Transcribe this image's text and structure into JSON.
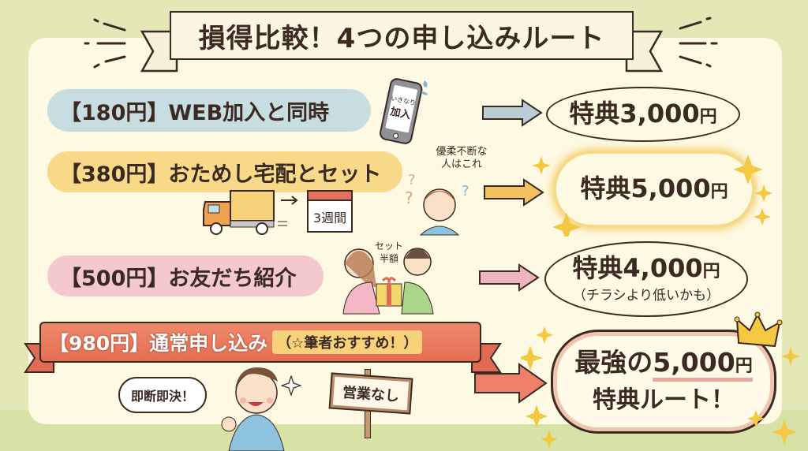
{
  "title": "損得比較！4つの申し込みルート",
  "routes": [
    {
      "price_label": "【180円】WEB加入と同時",
      "color": "#c8dde0",
      "illustration": {
        "name": "smartphone",
        "screen_text_1": "いきなり",
        "screen_text_2": "加入"
      },
      "arrow_color": "#b9cdd6",
      "bonus_prefix": "特典",
      "bonus_amount": "3,000",
      "bonus_unit": "円"
    },
    {
      "price_label": "【380円】おためし宅配とセット",
      "color": "#f8d98a",
      "illustration": {
        "name": "truck-to-calendar",
        "calendar_text": "3週間"
      },
      "side_note": {
        "line1": "優柔不断な",
        "line2": "人はこれ"
      },
      "arrow_color": "#f2c05c",
      "bonus_prefix": "特典",
      "bonus_amount": "5,000",
      "bonus_unit": "円"
    },
    {
      "price_label": "【500円】お友だち紹介",
      "color": "#f3c9cd",
      "illustration": {
        "name": "friends-gift",
        "caption_1": "セット",
        "caption_2": "半額"
      },
      "arrow_color": "#eeb4bd",
      "bonus_prefix": "特典",
      "bonus_amount": "4,000",
      "bonus_unit": "円",
      "bonus_note": "（チラシより低いかも）"
    },
    {
      "price_label": "【980円】通常申し込み",
      "recommend_label": "（☆筆者おすすめ！）",
      "color": "#e8735a",
      "thought_bubble": "即断即決！",
      "sign_text": "営業なし",
      "arrow_color": "#ee7f6a",
      "bonus_line1_prefix": "最強の",
      "bonus_amount": "5,000",
      "bonus_unit": "円",
      "bonus_line2": "特典ルート！"
    }
  ],
  "colors": {
    "background": "#e3e8b6",
    "panel": "#fdf9e3",
    "ink": "#3a2a22",
    "sparkle": "#f5c842"
  }
}
